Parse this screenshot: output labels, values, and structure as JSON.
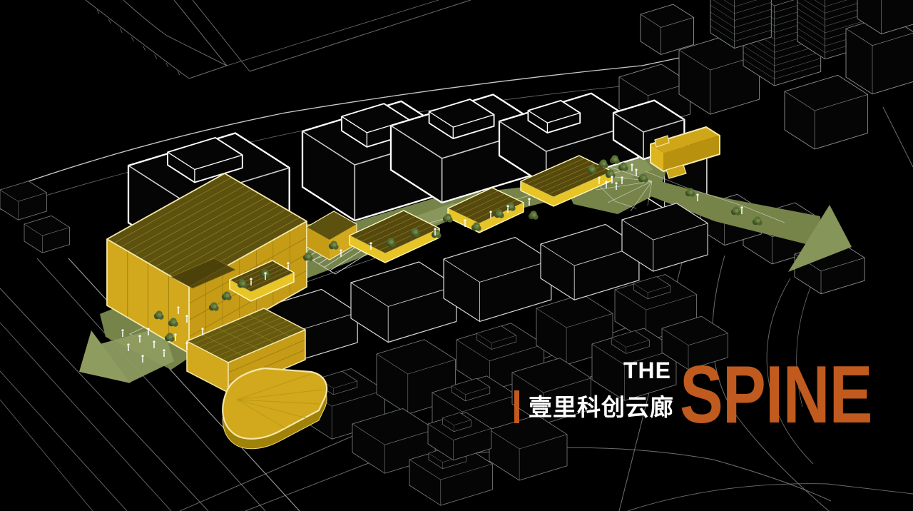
{
  "slide": {
    "title_prefix": "THE",
    "title_main": "SPINE",
    "subtitle_cn": "壹里科创云廊"
  },
  "palette": {
    "background": "#000000",
    "accent_orange": "#c05a1e",
    "title_white": "#ffffff",
    "highlight_gold": "#d2a81c",
    "highlight_gold_bright": "#e8c526",
    "highlight_gold_dark": "#5c510f",
    "highlight_gold_edge": "#f4e8ab",
    "spine_green": "#76844a",
    "spine_green_light": "#a8b478",
    "arrow_green_west": "#8e9c60",
    "arrow_green_east": "#86955a",
    "wireframe_bold": "#ffffff",
    "wireframe_mid": "#d8d8d8",
    "wireframe_thin": "#8b8f91",
    "road_line": "#8e9294",
    "road_bright": "#e0e0e0",
    "tree_dark": "#3e5026",
    "tree_light": "#5a7035",
    "figure_white": "#ffffff"
  },
  "diagram": {
    "type": "axonometric-masterplan",
    "icons": [
      "tree-icon",
      "person-icon",
      "direction-arrow-icon"
    ]
  }
}
